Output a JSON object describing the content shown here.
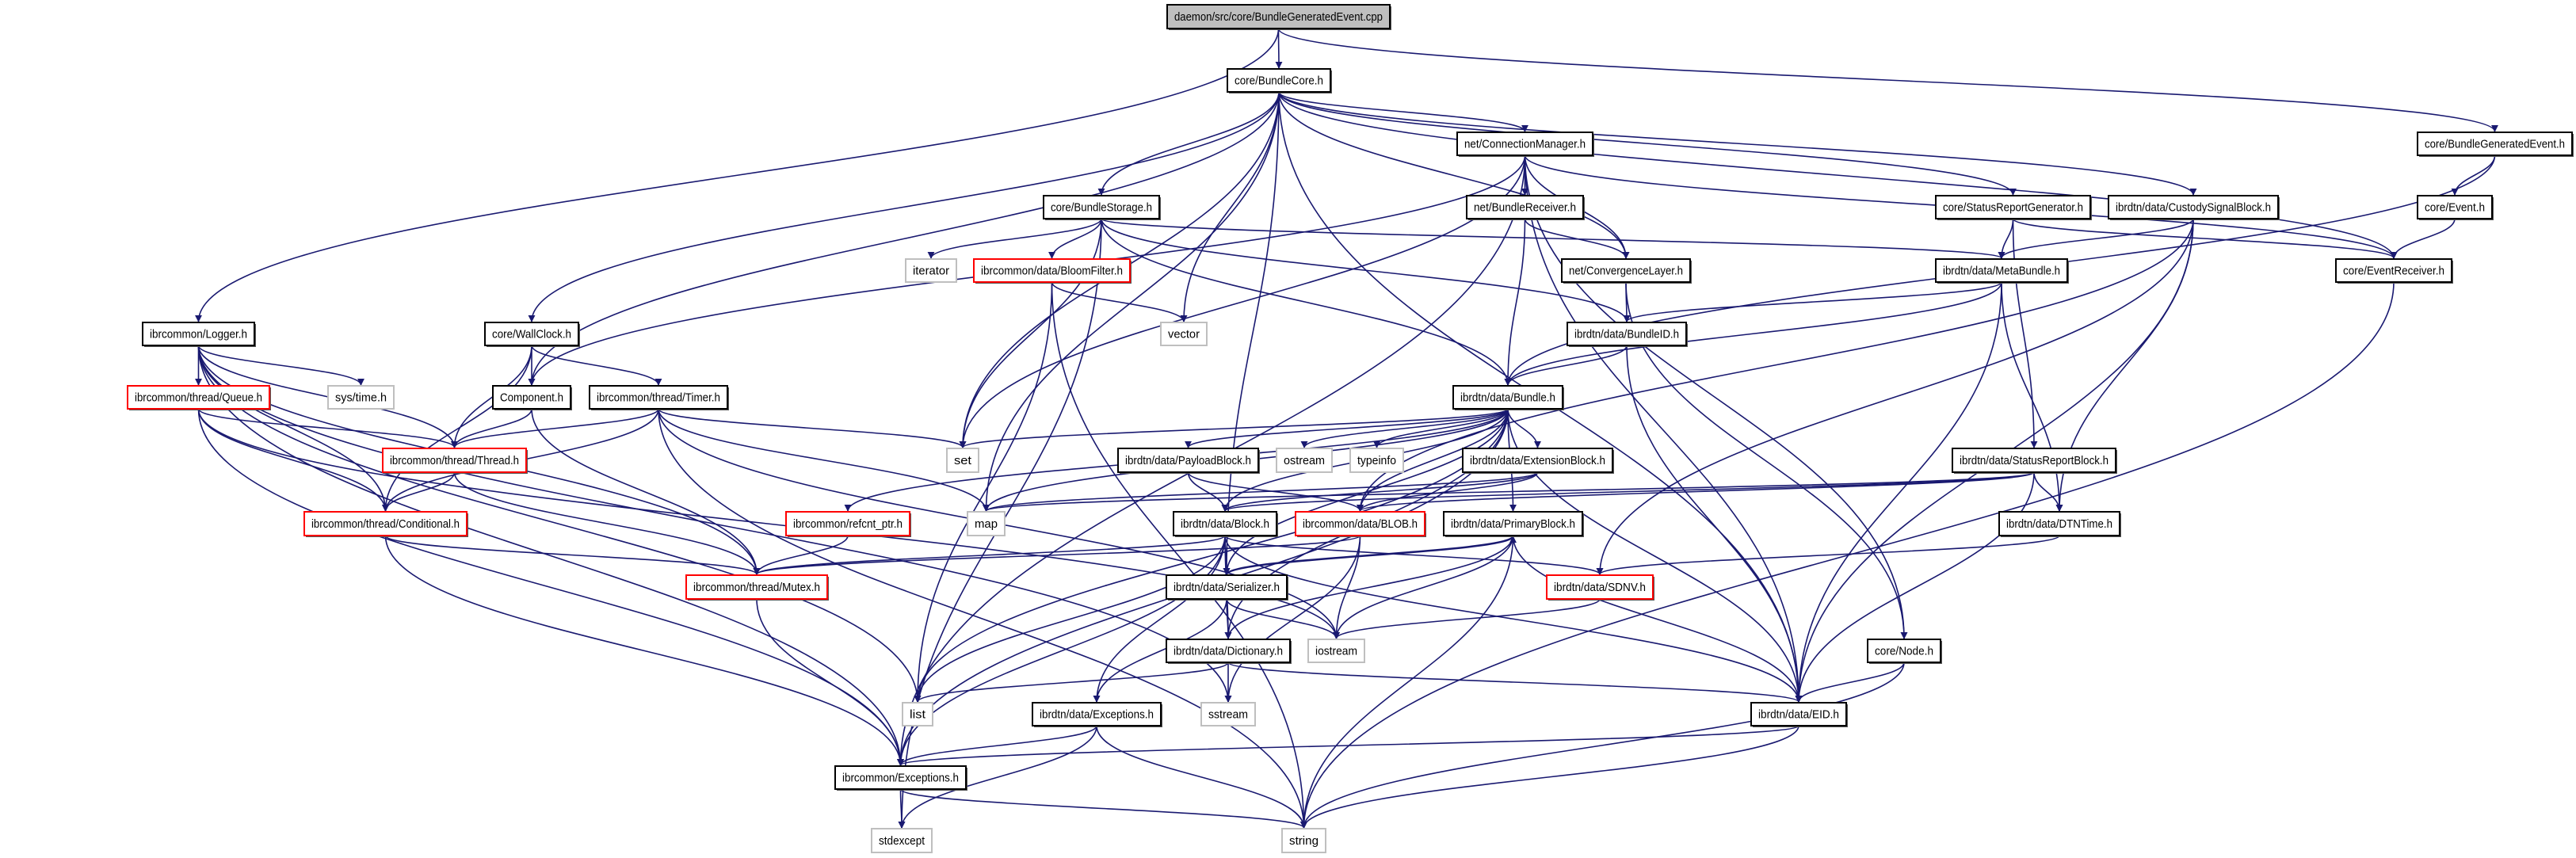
{
  "colors": {
    "edge": "#191970",
    "root_fill": "#bfbfbf",
    "documented_border": "#000000",
    "truncated_border": "#ff0000",
    "external_border": "#bfbfbf"
  },
  "nodes": [
    {
      "id": "cpp",
      "label": "daemon/src/core/BundleGeneratedEvent.cpp",
      "kind": "root"
    },
    {
      "id": "bundlecore",
      "label": "core/BundleCore.h",
      "kind": "normal"
    },
    {
      "id": "connmgr",
      "label": "net/ConnectionManager.h",
      "kind": "normal"
    },
    {
      "id": "bgevent",
      "label": "core/BundleGeneratedEvent.h",
      "kind": "normal"
    },
    {
      "id": "storage",
      "label": "core/BundleStorage.h",
      "kind": "normal"
    },
    {
      "id": "receiver",
      "label": "net/BundleReceiver.h",
      "kind": "normal"
    },
    {
      "id": "srgen",
      "label": "core/StatusReportGenerator.h",
      "kind": "normal"
    },
    {
      "id": "custody",
      "label": "ibrdtn/data/CustodySignalBlock.h",
      "kind": "normal"
    },
    {
      "id": "event",
      "label": "core/Event.h",
      "kind": "normal"
    },
    {
      "id": "logger",
      "label": "ibrcommon/Logger.h",
      "kind": "normal"
    },
    {
      "id": "wallclock",
      "label": "core/WallClock.h",
      "kind": "normal"
    },
    {
      "id": "iterator",
      "label": "iterator",
      "kind": "external"
    },
    {
      "id": "bloom",
      "label": "ibrcommon/data/BloomFilter.h",
      "kind": "truncated"
    },
    {
      "id": "convlayer",
      "label": "net/ConvergenceLayer.h",
      "kind": "normal"
    },
    {
      "id": "metabundle",
      "label": "ibrdtn/data/MetaBundle.h",
      "kind": "normal"
    },
    {
      "id": "evreceiver",
      "label": "core/EventReceiver.h",
      "kind": "normal"
    },
    {
      "id": "vector",
      "label": "vector",
      "kind": "external"
    },
    {
      "id": "bundleid",
      "label": "ibrdtn/data/BundleID.h",
      "kind": "normal"
    },
    {
      "id": "queue",
      "label": "ibrcommon/thread/Queue.h",
      "kind": "truncated"
    },
    {
      "id": "systime",
      "label": "sys/time.h",
      "kind": "external"
    },
    {
      "id": "component",
      "label": "Component.h",
      "kind": "normal"
    },
    {
      "id": "timer",
      "label": "ibrcommon/thread/Timer.h",
      "kind": "normal"
    },
    {
      "id": "bundle",
      "label": "ibrdtn/data/Bundle.h",
      "kind": "normal"
    },
    {
      "id": "thread",
      "label": "ibrcommon/thread/Thread.h",
      "kind": "truncated"
    },
    {
      "id": "set",
      "label": "set",
      "kind": "external"
    },
    {
      "id": "payload",
      "label": "ibrdtn/data/PayloadBlock.h",
      "kind": "normal"
    },
    {
      "id": "ostream",
      "label": "ostream",
      "kind": "external"
    },
    {
      "id": "typeinfo",
      "label": "typeinfo",
      "kind": "external"
    },
    {
      "id": "extblock",
      "label": "ibrdtn/data/ExtensionBlock.h",
      "kind": "normal"
    },
    {
      "id": "srblock",
      "label": "ibrdtn/data/StatusReportBlock.h",
      "kind": "normal"
    },
    {
      "id": "conditional",
      "label": "ibrcommon/thread/Conditional.h",
      "kind": "truncated"
    },
    {
      "id": "refcnt",
      "label": "ibrcommon/refcnt_ptr.h",
      "kind": "truncated"
    },
    {
      "id": "map",
      "label": "map",
      "kind": "external"
    },
    {
      "id": "block",
      "label": "ibrdtn/data/Block.h",
      "kind": "normal"
    },
    {
      "id": "blob",
      "label": "ibrcommon/data/BLOB.h",
      "kind": "truncated"
    },
    {
      "id": "primary",
      "label": "ibrdtn/data/PrimaryBlock.h",
      "kind": "normal"
    },
    {
      "id": "dtntime",
      "label": "ibrdtn/data/DTNTime.h",
      "kind": "normal"
    },
    {
      "id": "mutex",
      "label": "ibrcommon/thread/Mutex.h",
      "kind": "truncated"
    },
    {
      "id": "serializer",
      "label": "ibrdtn/data/Serializer.h",
      "kind": "normal"
    },
    {
      "id": "sdnv",
      "label": "ibrdtn/data/SDNV.h",
      "kind": "truncated"
    },
    {
      "id": "dictionary",
      "label": "ibrdtn/data/Dictionary.h",
      "kind": "normal"
    },
    {
      "id": "iostream",
      "label": "iostream",
      "kind": "external"
    },
    {
      "id": "node",
      "label": "core/Node.h",
      "kind": "normal"
    },
    {
      "id": "list",
      "label": "list",
      "kind": "external"
    },
    {
      "id": "dtnexc",
      "label": "ibrdtn/data/Exceptions.h",
      "kind": "normal"
    },
    {
      "id": "sstream",
      "label": "sstream",
      "kind": "external"
    },
    {
      "id": "eid",
      "label": "ibrdtn/data/EID.h",
      "kind": "normal"
    },
    {
      "id": "commonexc",
      "label": "ibrcommon/Exceptions.h",
      "kind": "normal"
    },
    {
      "id": "stdexcept",
      "label": "stdexcept",
      "kind": "external"
    },
    {
      "id": "string",
      "label": "string",
      "kind": "external"
    }
  ],
  "edges": [
    [
      "cpp",
      "bundlecore"
    ],
    [
      "cpp",
      "logger"
    ],
    [
      "cpp",
      "bgevent"
    ],
    [
      "bundlecore",
      "storage"
    ],
    [
      "bundlecore",
      "connmgr"
    ],
    [
      "bundlecore",
      "wallclock"
    ],
    [
      "bundlecore",
      "component"
    ],
    [
      "bundlecore",
      "vector"
    ],
    [
      "bundlecore",
      "set"
    ],
    [
      "bundlecore",
      "map"
    ],
    [
      "bundlecore",
      "serializer"
    ],
    [
      "bundlecore",
      "convlayer"
    ],
    [
      "bundlecore",
      "srgen"
    ],
    [
      "bundlecore",
      "custody"
    ],
    [
      "bundlecore",
      "evreceiver"
    ],
    [
      "bundlecore",
      "eid"
    ],
    [
      "bgevent",
      "event"
    ],
    [
      "bgevent",
      "bundle"
    ],
    [
      "event",
      "evreceiver"
    ],
    [
      "evreceiver",
      "string"
    ],
    [
      "connmgr",
      "receiver"
    ],
    [
      "connmgr",
      "convlayer"
    ],
    [
      "connmgr",
      "evreceiver"
    ],
    [
      "connmgr",
      "node"
    ],
    [
      "connmgr",
      "eid"
    ],
    [
      "connmgr",
      "component"
    ],
    [
      "connmgr",
      "set"
    ],
    [
      "connmgr",
      "commonexc"
    ],
    [
      "receiver",
      "convlayer"
    ],
    [
      "receiver",
      "bundle"
    ],
    [
      "convlayer",
      "bundleid"
    ],
    [
      "convlayer",
      "node"
    ],
    [
      "storage",
      "iterator"
    ],
    [
      "storage",
      "bloom"
    ],
    [
      "storage",
      "set"
    ],
    [
      "storage",
      "metabundle"
    ],
    [
      "storage",
      "bundleid"
    ],
    [
      "storage",
      "bundle"
    ],
    [
      "storage",
      "stdexcept"
    ],
    [
      "bloom",
      "vector"
    ],
    [
      "bloom",
      "list"
    ],
    [
      "bloom",
      "string"
    ],
    [
      "srgen",
      "metabundle"
    ],
    [
      "srgen",
      "evreceiver"
    ],
    [
      "srgen",
      "srblock"
    ],
    [
      "custody",
      "metabundle"
    ],
    [
      "custody",
      "blob"
    ],
    [
      "custody",
      "dtntime"
    ],
    [
      "custody",
      "sdnv"
    ],
    [
      "custody",
      "eid"
    ],
    [
      "metabundle",
      "bundleid"
    ],
    [
      "metabundle",
      "bundle"
    ],
    [
      "metabundle",
      "dtntime"
    ],
    [
      "metabundle",
      "eid"
    ],
    [
      "bundleid",
      "bundle"
    ],
    [
      "bundleid",
      "eid"
    ],
    [
      "logger",
      "queue"
    ],
    [
      "logger",
      "systime"
    ],
    [
      "logger",
      "thread"
    ],
    [
      "logger",
      "conditional"
    ],
    [
      "logger",
      "mutex"
    ],
    [
      "logger",
      "sstream"
    ],
    [
      "logger",
      "list"
    ],
    [
      "logger",
      "commonexc"
    ],
    [
      "queue",
      "thread"
    ],
    [
      "queue",
      "conditional"
    ],
    [
      "queue",
      "commonexc"
    ],
    [
      "queue",
      "iostream"
    ],
    [
      "wallclock",
      "component"
    ],
    [
      "wallclock",
      "timer"
    ],
    [
      "wallclock",
      "thread"
    ],
    [
      "wallclock",
      "conditional"
    ],
    [
      "component",
      "thread"
    ],
    [
      "component",
      "mutex"
    ],
    [
      "timer",
      "thread"
    ],
    [
      "timer",
      "conditional"
    ],
    [
      "timer",
      "set"
    ],
    [
      "timer",
      "map"
    ],
    [
      "timer",
      "string"
    ],
    [
      "timer",
      "iostream"
    ],
    [
      "thread",
      "conditional"
    ],
    [
      "thread",
      "mutex"
    ],
    [
      "conditional",
      "mutex"
    ],
    [
      "conditional",
      "commonexc"
    ],
    [
      "mutex",
      "commonexc"
    ],
    [
      "refcnt",
      "mutex"
    ],
    [
      "bundle",
      "set"
    ],
    [
      "bundle",
      "payload"
    ],
    [
      "bundle",
      "ostream"
    ],
    [
      "bundle",
      "typeinfo"
    ],
    [
      "bundle",
      "extblock"
    ],
    [
      "bundle",
      "map"
    ],
    [
      "bundle",
      "refcnt"
    ],
    [
      "bundle",
      "blob"
    ],
    [
      "bundle",
      "primary"
    ],
    [
      "bundle",
      "block"
    ],
    [
      "bundle",
      "list"
    ],
    [
      "bundle",
      "eid"
    ],
    [
      "bundle",
      "dictionary"
    ],
    [
      "bundle",
      "commonexc"
    ],
    [
      "bundle",
      "serializer"
    ],
    [
      "payload",
      "block"
    ],
    [
      "payload",
      "blob"
    ],
    [
      "extblock",
      "block"
    ],
    [
      "extblock",
      "blob"
    ],
    [
      "extblock",
      "map"
    ],
    [
      "srblock",
      "blob"
    ],
    [
      "srblock",
      "block"
    ],
    [
      "srblock",
      "dtntime"
    ],
    [
      "srblock",
      "eid"
    ],
    [
      "srblock",
      "map"
    ],
    [
      "dtntime",
      "sdnv"
    ],
    [
      "block",
      "serializer"
    ],
    [
      "block",
      "dictionary"
    ],
    [
      "block",
      "dtnexc"
    ],
    [
      "block",
      "list"
    ],
    [
      "block",
      "sdnv"
    ],
    [
      "block",
      "eid"
    ],
    [
      "block",
      "mutex"
    ],
    [
      "block",
      "commonexc"
    ],
    [
      "blob",
      "iostream"
    ],
    [
      "blob",
      "sstream"
    ],
    [
      "blob",
      "mutex"
    ],
    [
      "primary",
      "serializer"
    ],
    [
      "primary",
      "dictionary"
    ],
    [
      "primary",
      "iostream"
    ],
    [
      "primary",
      "string"
    ],
    [
      "primary",
      "eid"
    ],
    [
      "serializer",
      "dictionary"
    ],
    [
      "serializer",
      "iostream"
    ],
    [
      "serializer",
      "dtnexc"
    ],
    [
      "serializer",
      "primary"
    ],
    [
      "sdnv",
      "iostream"
    ],
    [
      "dictionary",
      "sstream"
    ],
    [
      "dictionary",
      "list"
    ],
    [
      "dictionary",
      "eid"
    ],
    [
      "dtnexc",
      "commonexc"
    ],
    [
      "dtnexc",
      "stdexcept"
    ],
    [
      "dtnexc",
      "string"
    ],
    [
      "commonexc",
      "stdexcept"
    ],
    [
      "commonexc",
      "string"
    ],
    [
      "eid",
      "commonexc"
    ],
    [
      "eid",
      "string"
    ],
    [
      "node",
      "eid"
    ],
    [
      "node",
      "string"
    ]
  ]
}
